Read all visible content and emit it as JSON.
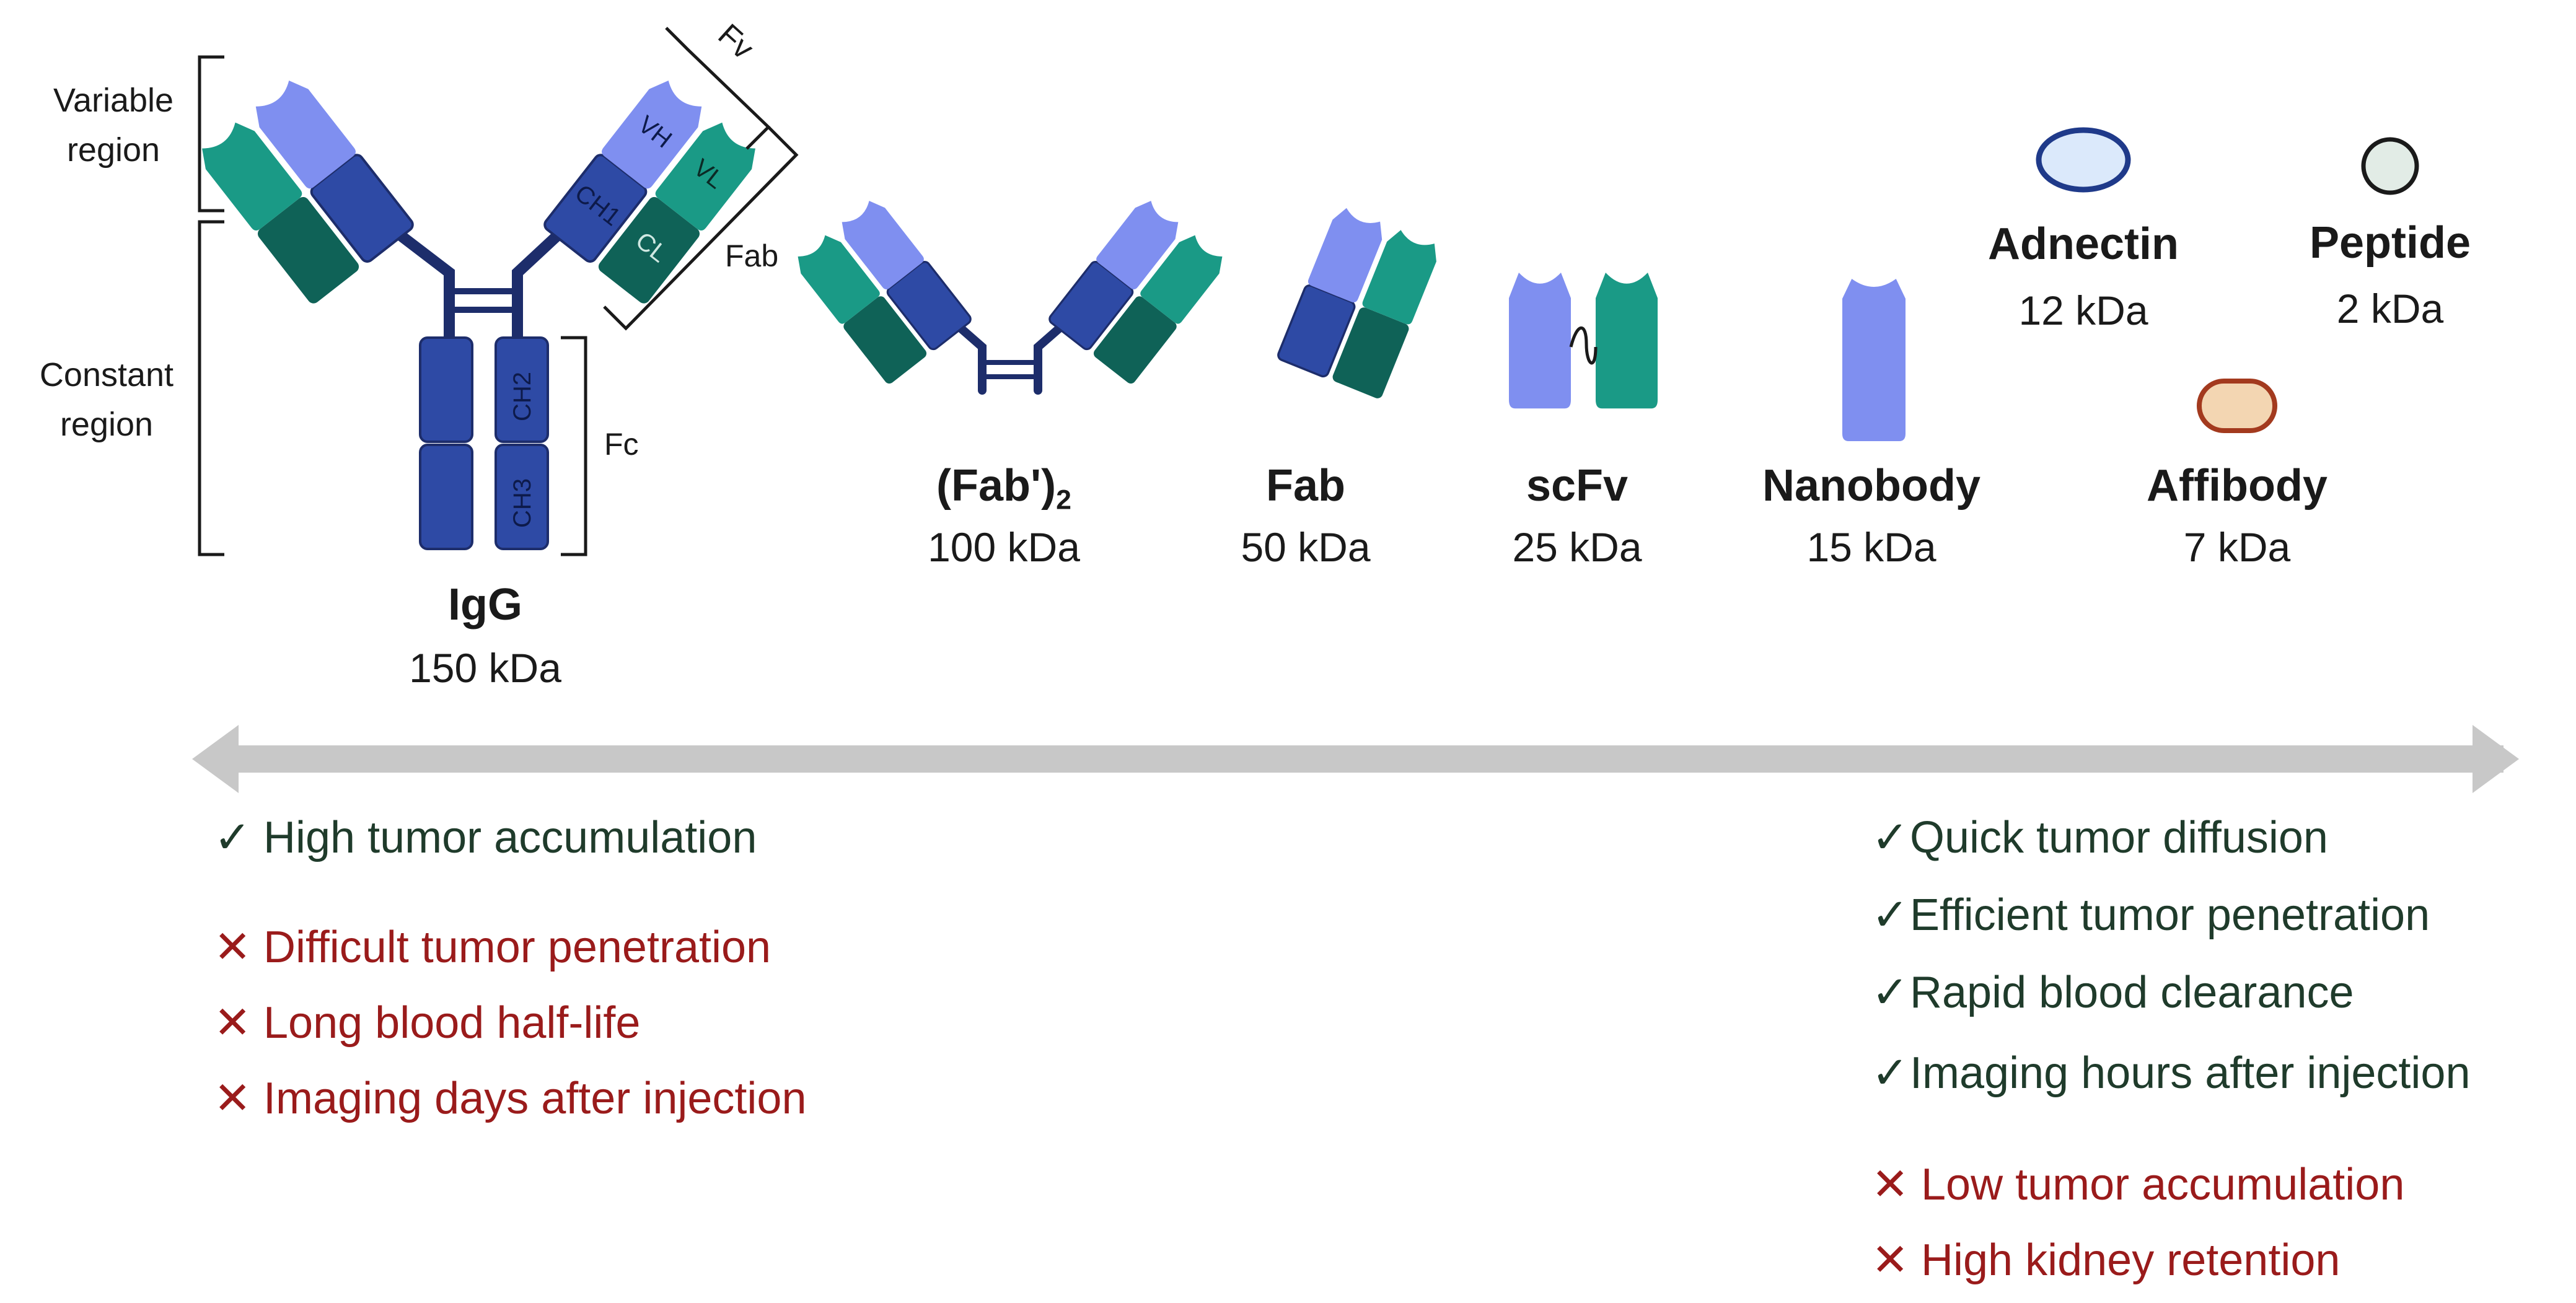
{
  "igg": {
    "name": "IgG",
    "kda": "150 kDa",
    "variable_region": [
      "Variable",
      "region"
    ],
    "constant_region": [
      "Constant",
      "region"
    ],
    "fv_label": "Fv",
    "fab_label": "Fab",
    "fc_label": "Fc",
    "domains": {
      "vh": "VH",
      "vl": "VL",
      "ch1": "CH1",
      "cl": "CL",
      "ch2": "CH2",
      "ch3": "CH3"
    }
  },
  "formats": [
    {
      "name": "(Fab')",
      "name_sub": "2",
      "kda": "100 kDa"
    },
    {
      "name": "Fab",
      "kda": "50 kDa"
    },
    {
      "name": "scFv",
      "kda": "25 kDa"
    },
    {
      "name": "Nanobody",
      "kda": "15 kDa"
    },
    {
      "name": "Adnectin",
      "kda": "12 kDa"
    },
    {
      "name": "Peptide",
      "kda": "2 kDa"
    },
    {
      "name": "Affibody",
      "kda": "7 kDa"
    }
  ],
  "colors": {
    "heavy_dark": "#2e4aa5",
    "heavy_light": "#7f8ff0",
    "light_teal": "#1a9a86",
    "light_dark": "#0f6257",
    "hinge": "#1d2d6b",
    "axis_arrow": "#c8c8c8",
    "adnectin_fill": "#dbe9fb",
    "adnectin_stroke": "#1f3a8a",
    "peptide_fill": "#e2ece6",
    "affibody_fill": "#f3d6b2",
    "affibody_stroke": "#a33a1e",
    "pro_text": "#1f3b2b",
    "con_text": "#9a1b1b"
  },
  "large_side": {
    "pros": [
      "High tumor accumulation"
    ],
    "cons": [
      "Difficult tumor penetration",
      "Long blood half-life",
      "Imaging days after injection"
    ]
  },
  "small_side": {
    "pros": [
      "Quick tumor diffusion",
      "Efficient tumor penetration",
      "Rapid blood clearance",
      "Imaging hours after injection"
    ],
    "cons": [
      "Low tumor accumulation",
      "High kidney retention"
    ]
  },
  "marks": {
    "check": "✓",
    "cross": "✕"
  }
}
